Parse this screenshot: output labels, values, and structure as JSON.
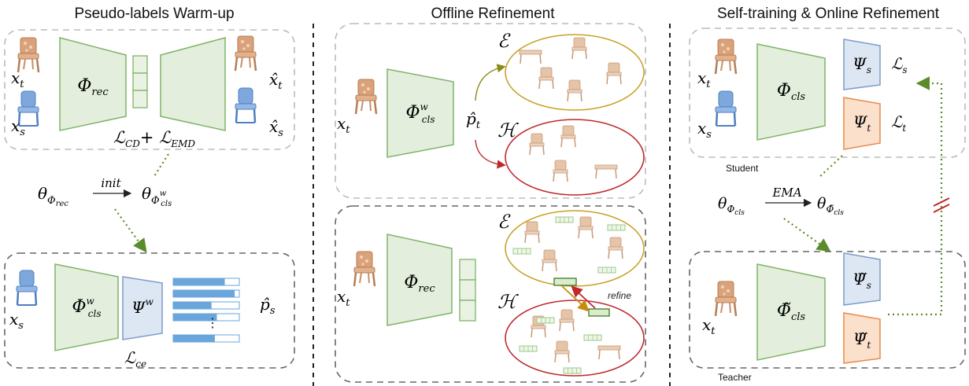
{
  "panels": {
    "warmup": {
      "heading": "Pseudo-labels Warm-up",
      "encoder": "Φ",
      "encoder_sub": "rec",
      "input_target": "x",
      "input_target_sub": "t",
      "input_source": "x",
      "input_source_sub": "s",
      "recon_target": "x̂",
      "recon_target_sub": "t",
      "recon_source": "x̂",
      "recon_source_sub": "s",
      "loss_rec": "ℒ",
      "loss_rec_sub1": "CD",
      "loss_rec_plus": "+ ℒ",
      "loss_rec_sub2": "EMD",
      "init_lhs": "θ",
      "init_lhs_sub": "Φ",
      "init_lhs_subsub": "rec",
      "init_label": "init",
      "init_rhs": "θ",
      "init_rhs_sub": "Φ",
      "init_rhs_subsub": "cls",
      "init_rhs_sup": "w",
      "cls_encoder": "Φ",
      "cls_encoder_sup": "w",
      "cls_encoder_sub": "cls",
      "head": "Ψ",
      "head_sup": "w",
      "pred": "p̂",
      "pred_sub": "s",
      "loss_ce": "ℒ",
      "loss_ce_sub": "ce",
      "dots": "⋮"
    },
    "offline": {
      "heading": "Offline Refinement",
      "input": "x",
      "input_sub": "t",
      "encoder": "Φ",
      "encoder_sup": "w",
      "encoder_sub": "cls",
      "pred": "p̂",
      "pred_sub": "t",
      "easy_set": "ℰ",
      "hard_set": "ℋ",
      "rec_encoder": "Φ",
      "rec_encoder_sub": "rec",
      "refine_label": "refine"
    },
    "online": {
      "heading": "Self-training & Online Refinement",
      "student_label": "Student",
      "teacher_label": "Teacher",
      "input_target": "x",
      "input_target_sub": "t",
      "input_source": "x",
      "input_source_sub": "s",
      "student_encoder": "Φ",
      "student_encoder_sub": "cls",
      "head_s": "Ψ",
      "head_s_sub": "s",
      "head_t": "Ψ",
      "head_t_sub": "t",
      "loss_s": "ℒ",
      "loss_s_sub": "s",
      "loss_t": "ℒ",
      "loss_t_sub": "t",
      "ema_lhs": "θ",
      "ema_lhs_sub": "Φ",
      "ema_lhs_subsub": "cls",
      "ema_label": "EMA",
      "ema_rhs": "θ",
      "ema_rhs_sub": "Φ̃",
      "ema_rhs_subsub": "cls",
      "teacher_encoder": "Φ̃",
      "teacher_encoder_sub": "cls",
      "teacher_head_s": "Ψ̃",
      "teacher_head_s_sub": "s",
      "teacher_head_t": "Ψ̃",
      "teacher_head_t_sub": "t",
      "teacher_input": "x",
      "teacher_input_sub": "t"
    }
  },
  "colors": {
    "encoder_fill": "#e3efdc",
    "encoder_stroke": "#7fb36a",
    "head_blue_fill": "#dde6f3",
    "head_blue_stroke": "#7d9cc8",
    "head_orange_fill": "#fbe0cc",
    "head_orange_stroke": "#e9894a",
    "easy_ellipse": "#c9a227",
    "hard_ellipse": "#c0282c",
    "dotted_green": "#5b8c2a",
    "bar_blue": "#6aa6dc",
    "chair_wood": "#d9a27a",
    "chair_blue": "#7ea7dc"
  },
  "prediction_bars": [
    0.78,
    0.93,
    0.58,
    0.66,
    0.63
  ]
}
